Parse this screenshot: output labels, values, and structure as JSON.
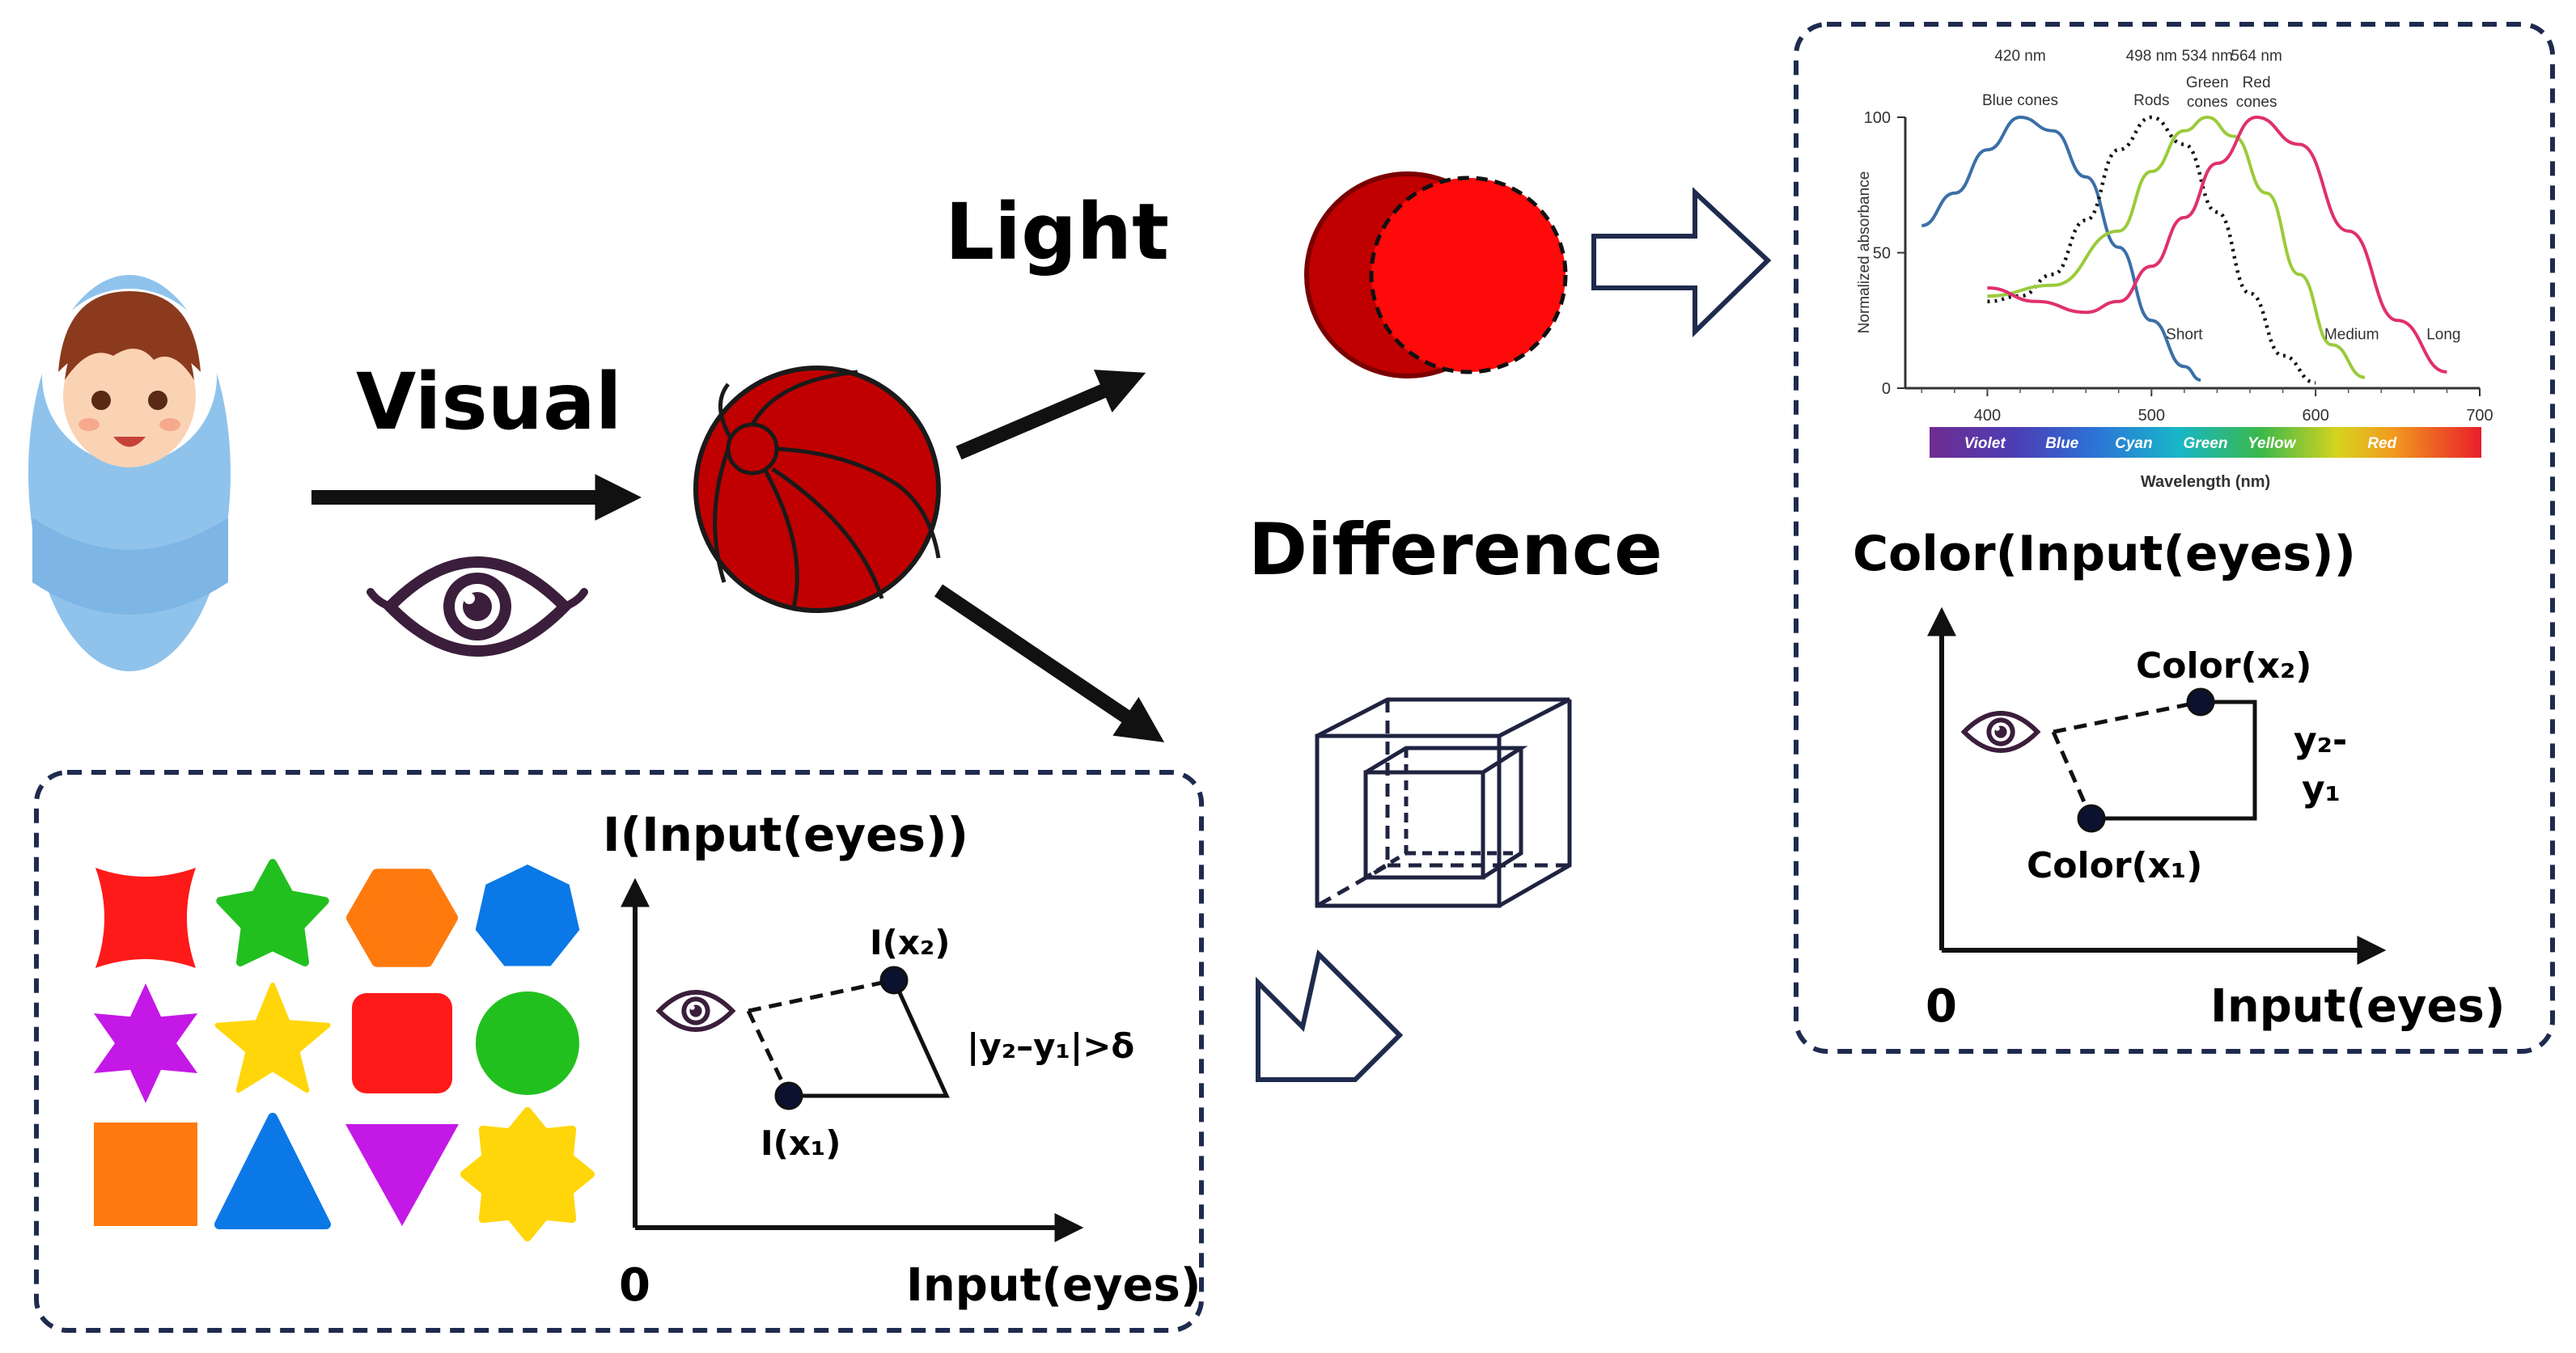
{
  "labels": {
    "visual": "Visual",
    "light": "Light",
    "difference": "Difference"
  },
  "color_panel": {
    "title": "Color(Input(eyes))",
    "point_high": "Color(x₂)",
    "point_low": "Color(x₁)",
    "diff_label_line1": "y₂-",
    "diff_label_line2": "y₁",
    "origin": "0",
    "x_axis": "Input(eyes)"
  },
  "shape_panel": {
    "title": "I(Input(eyes))",
    "point_high": "I(x₂)",
    "point_low": "I(x₁)",
    "diff_label": "|y₂–y₁|>δ",
    "origin": "0",
    "x_axis": "Input(eyes)"
  },
  "shape_grid": [
    {
      "shape": "wavy-square",
      "color": "#FF1A1A"
    },
    {
      "shape": "star-5-rounded",
      "color": "#22C01F"
    },
    {
      "shape": "hexagon-rounded",
      "color": "#FF7A0E"
    },
    {
      "shape": "octagon",
      "color": "#0A78E6"
    },
    {
      "shape": "star-6",
      "color": "#C418E6"
    },
    {
      "shape": "star-5",
      "color": "#FFD60A"
    },
    {
      "shape": "rounded-square",
      "color": "#FF1A1A"
    },
    {
      "shape": "circle",
      "color": "#22C01F"
    },
    {
      "shape": "square",
      "color": "#FF7A0E"
    },
    {
      "shape": "triangle-up",
      "color": "#0A78E6"
    },
    {
      "shape": "triangle-down",
      "color": "#C418E6"
    },
    {
      "shape": "star-8-burst",
      "color": "#FFD60A"
    }
  ],
  "icons": {
    "person": "baby-icon",
    "eye": "eye-icon",
    "ball": "ball-icon",
    "light_circle": "red-circle-icon",
    "cube": "wireframe-cube-icon"
  },
  "chart_data": {
    "type": "line",
    "title": "",
    "xlabel": "Wavelength (nm)",
    "ylabel": "Normalized absorbance",
    "xlim": [
      350,
      700
    ],
    "ylim": [
      0,
      100
    ],
    "x_ticks": [
      "400",
      "500",
      "600",
      "700"
    ],
    "y_ticks": [
      "0",
      "50",
      "100"
    ],
    "peak_labels": [
      "420 nm",
      "498 nm",
      "534 nm",
      "564 nm"
    ],
    "series": [
      {
        "name": "Blue cones",
        "color": "#3B6FA8",
        "dash": false,
        "x": [
          360,
          380,
          400,
          420,
          440,
          460,
          480,
          500,
          520,
          530
        ],
        "y": [
          60,
          72,
          88,
          100,
          95,
          78,
          52,
          25,
          8,
          3
        ]
      },
      {
        "name": "Rods",
        "color": "#111111",
        "dash": true,
        "x": [
          400,
          420,
          440,
          460,
          480,
          500,
          520,
          540,
          560,
          580,
          600
        ],
        "y": [
          32,
          34,
          42,
          62,
          88,
          100,
          90,
          65,
          35,
          12,
          2
        ]
      },
      {
        "name": "Green cones",
        "color": "#9BCB3B",
        "dash": false,
        "x": [
          400,
          440,
          480,
          500,
          520,
          534,
          550,
          570,
          590,
          610,
          630
        ],
        "y": [
          34,
          38,
          58,
          80,
          95,
          100,
          93,
          72,
          42,
          16,
          4
        ]
      },
      {
        "name": "Red cones",
        "color": "#E0306E",
        "dash": false,
        "x": [
          400,
          430,
          460,
          480,
          500,
          520,
          540,
          564,
          590,
          620,
          650,
          680
        ],
        "y": [
          37,
          32,
          28,
          32,
          45,
          63,
          83,
          100,
          90,
          58,
          25,
          6
        ]
      }
    ],
    "curve_labels": [
      "Short",
      "Medium",
      "Long"
    ],
    "spectrum": {
      "bands": [
        "Violet",
        "Blue",
        "Cyan",
        "Green",
        "Yellow",
        "Red"
      ]
    }
  }
}
